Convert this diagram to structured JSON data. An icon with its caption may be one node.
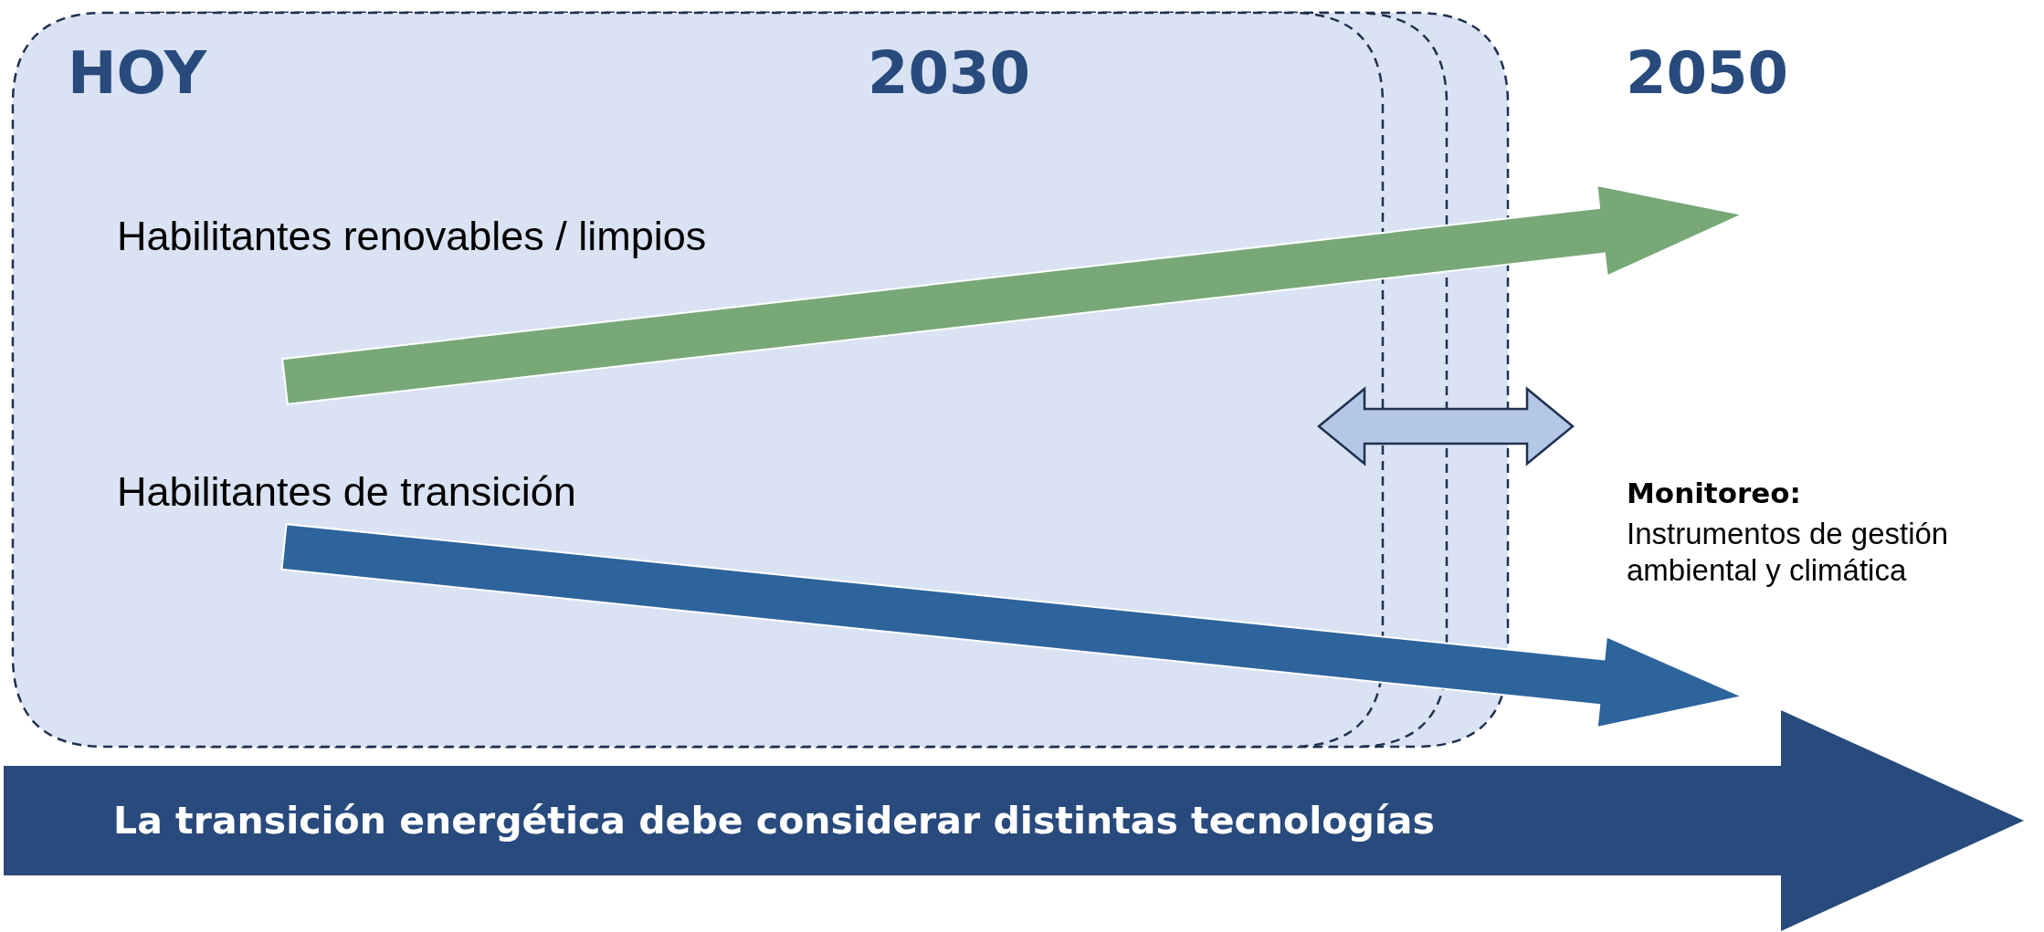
{
  "diagram": {
    "nodes": [
      {
        "text": [
          "La transición energética debe considerar distintas tecnologías"
        ]
      }
    ],
    "labels": [
      "HOY",
      "2030",
      "2050",
      "Habilitantes renovables / limpios",
      "Habilitantes de transición",
      "Monitoreo:",
      "Instrumentos de gestión ambiental y climática"
    ]
  }
}
